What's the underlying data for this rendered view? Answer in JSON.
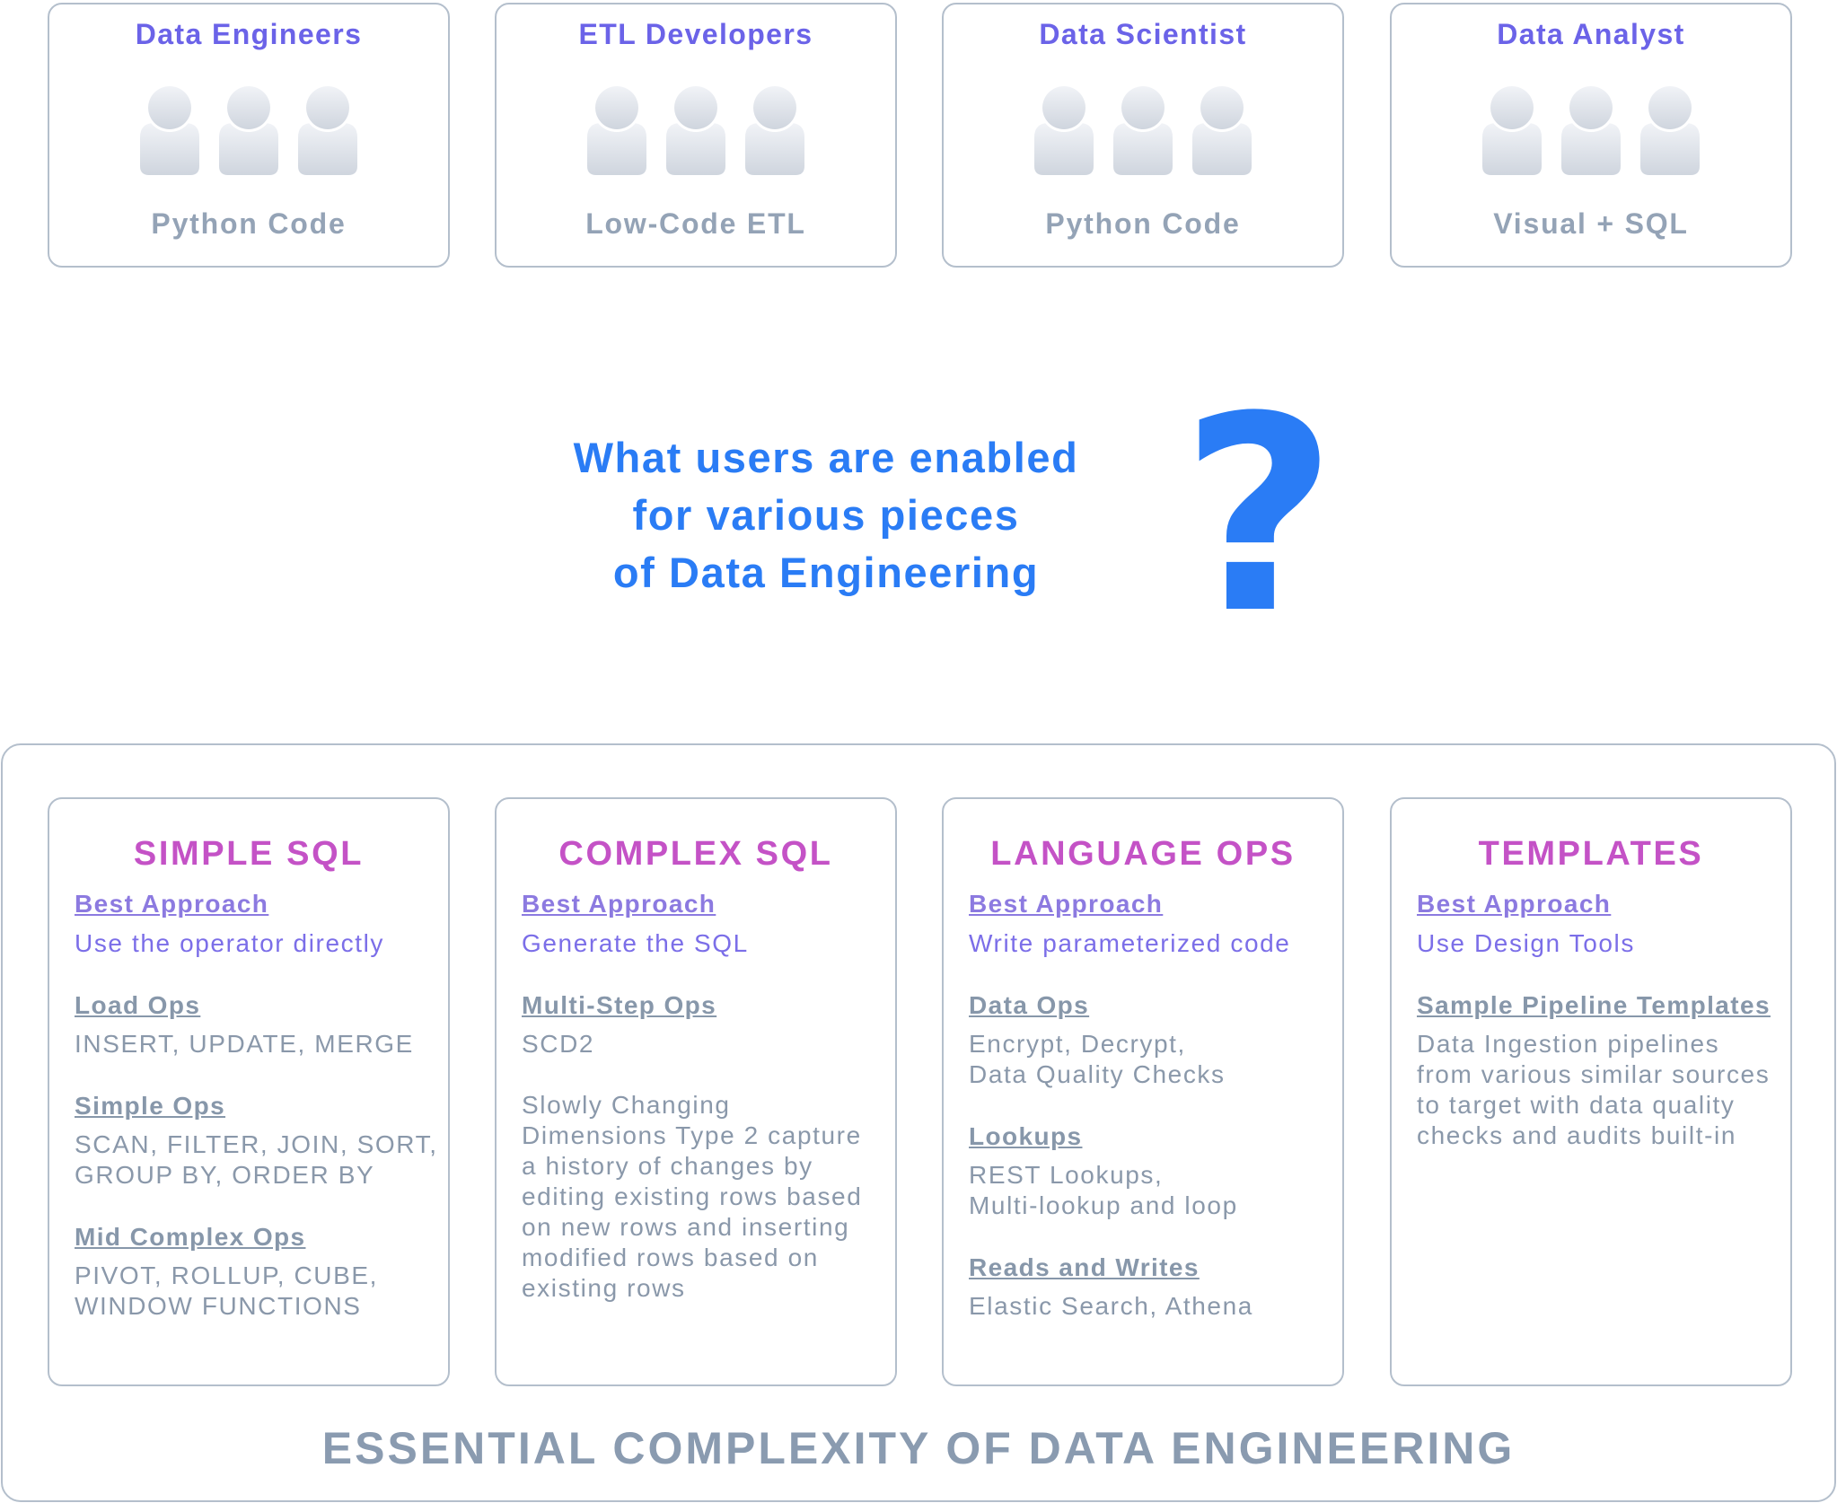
{
  "users": [
    {
      "title": "Data Engineers",
      "subtitle": "Python Code"
    },
    {
      "title": "ETL Developers",
      "subtitle": "Low-Code ETL"
    },
    {
      "title": "Data Scientist",
      "subtitle": "Python Code"
    },
    {
      "title": "Data Analyst",
      "subtitle": "Visual + SQL"
    }
  ],
  "question": {
    "lines": [
      "What users are enabled",
      "for various pieces",
      "of Data Engineering"
    ],
    "mark": "?"
  },
  "ops": [
    {
      "title": "SIMPLE SQL",
      "approach_label": "Best Approach",
      "approach_value": "Use the operator directly",
      "sections": [
        {
          "head": "Load Ops",
          "lines": [
            "INSERT, UPDATE, MERGE"
          ]
        },
        {
          "head": "Simple Ops",
          "lines": [
            "SCAN, FILTER, JOIN, SORT,",
            "GROUP BY, ORDER BY"
          ]
        },
        {
          "head": "Mid Complex Ops",
          "lines": [
            "PIVOT, ROLLUP, CUBE,",
            "WINDOW FUNCTIONS"
          ]
        }
      ]
    },
    {
      "title": "COMPLEX SQL",
      "approach_label": "Best Approach",
      "approach_value": "Generate the SQL",
      "sections": [
        {
          "head": "Multi-Step Ops",
          "lines": [
            "SCD2"
          ],
          "extra": [
            "Slowly Changing",
            "Dimensions Type 2 capture",
            "a history of changes by",
            "editing existing rows based",
            "on new rows and inserting",
            "modified rows based on",
            "existing rows"
          ]
        }
      ]
    },
    {
      "title": "LANGUAGE OPS",
      "approach_label": "Best Approach",
      "approach_value": "Write parameterized code",
      "sections": [
        {
          "head": "Data Ops",
          "lines": [
            "Encrypt, Decrypt,",
            "Data Quality Checks"
          ]
        },
        {
          "head": "Lookups",
          "lines": [
            "REST Lookups,",
            "Multi-lookup and loop"
          ]
        },
        {
          "head": "Reads and Writes",
          "lines": [
            "Elastic Search, Athena"
          ]
        }
      ]
    },
    {
      "title": "TEMPLATES",
      "approach_label": "Best Approach",
      "approach_value": "Use Design Tools",
      "sections": [
        {
          "head": "Sample Pipeline Templates",
          "lines": [
            "Data Ingestion pipelines",
            "from various similar sources",
            "to target with data quality",
            "checks and audits built-in"
          ]
        }
      ]
    }
  ],
  "footer_title": "ESSENTIAL COMPLEXITY OF DATA ENGINEERING",
  "colors": {
    "user_title": "#6b63e8",
    "user_subtitle": "#94a3b6",
    "question": "#2a7cf5",
    "op_title": "#c452c6",
    "approach": "#7b6ee8",
    "section_text": "#8a98aa",
    "border": "#b4bfcc"
  },
  "icons": [
    "person-icon",
    "question-mark-icon"
  ]
}
